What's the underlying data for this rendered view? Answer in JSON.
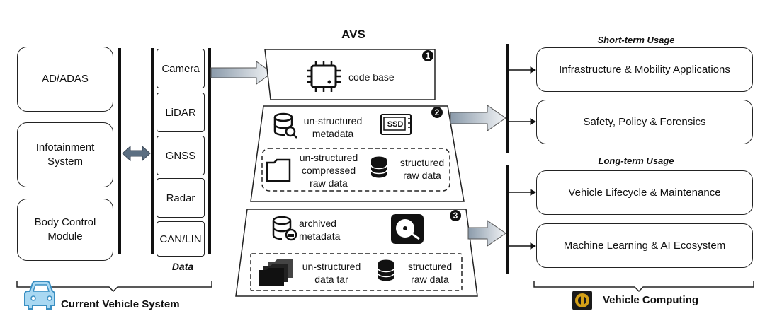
{
  "left": {
    "modules": [
      "AD/ADAS",
      "Infotainment System",
      "Body Control Module"
    ],
    "data_sources": [
      "Camera",
      "LiDAR",
      "GNSS",
      "Radar",
      "CAN/LIN"
    ],
    "data_label": "Data",
    "footer": "Current Vehicle System"
  },
  "avs": {
    "title": "AVS",
    "tier1": {
      "number": "1",
      "label": "code base"
    },
    "tier2": {
      "number": "2",
      "meta_label": "un-structured metadata",
      "ssd_label": "SSD",
      "compressed_label": "un-structured compressed raw data",
      "structured_label": "structured raw data"
    },
    "tier3": {
      "number": "3",
      "meta_label": "archived metadata",
      "tar_label": "un-structured data tar",
      "structured_label": "structured raw data"
    }
  },
  "right": {
    "short_term_title": "Short-term Usage",
    "short_term": [
      "Infrastructure & Mobility Applications",
      "Safety, Policy & Forensics"
    ],
    "long_term_title": "Long-term Usage",
    "long_term": [
      "Vehicle Lifecycle & Maintenance",
      "Machine Learning & AI Ecosystem"
    ],
    "footer": "Vehicle Computing"
  },
  "colors": {
    "arrow_fill": "#8a9aaa",
    "bar": "#111111",
    "accent_icon": "#d4a017",
    "car_icon": "#5bb0e0"
  }
}
